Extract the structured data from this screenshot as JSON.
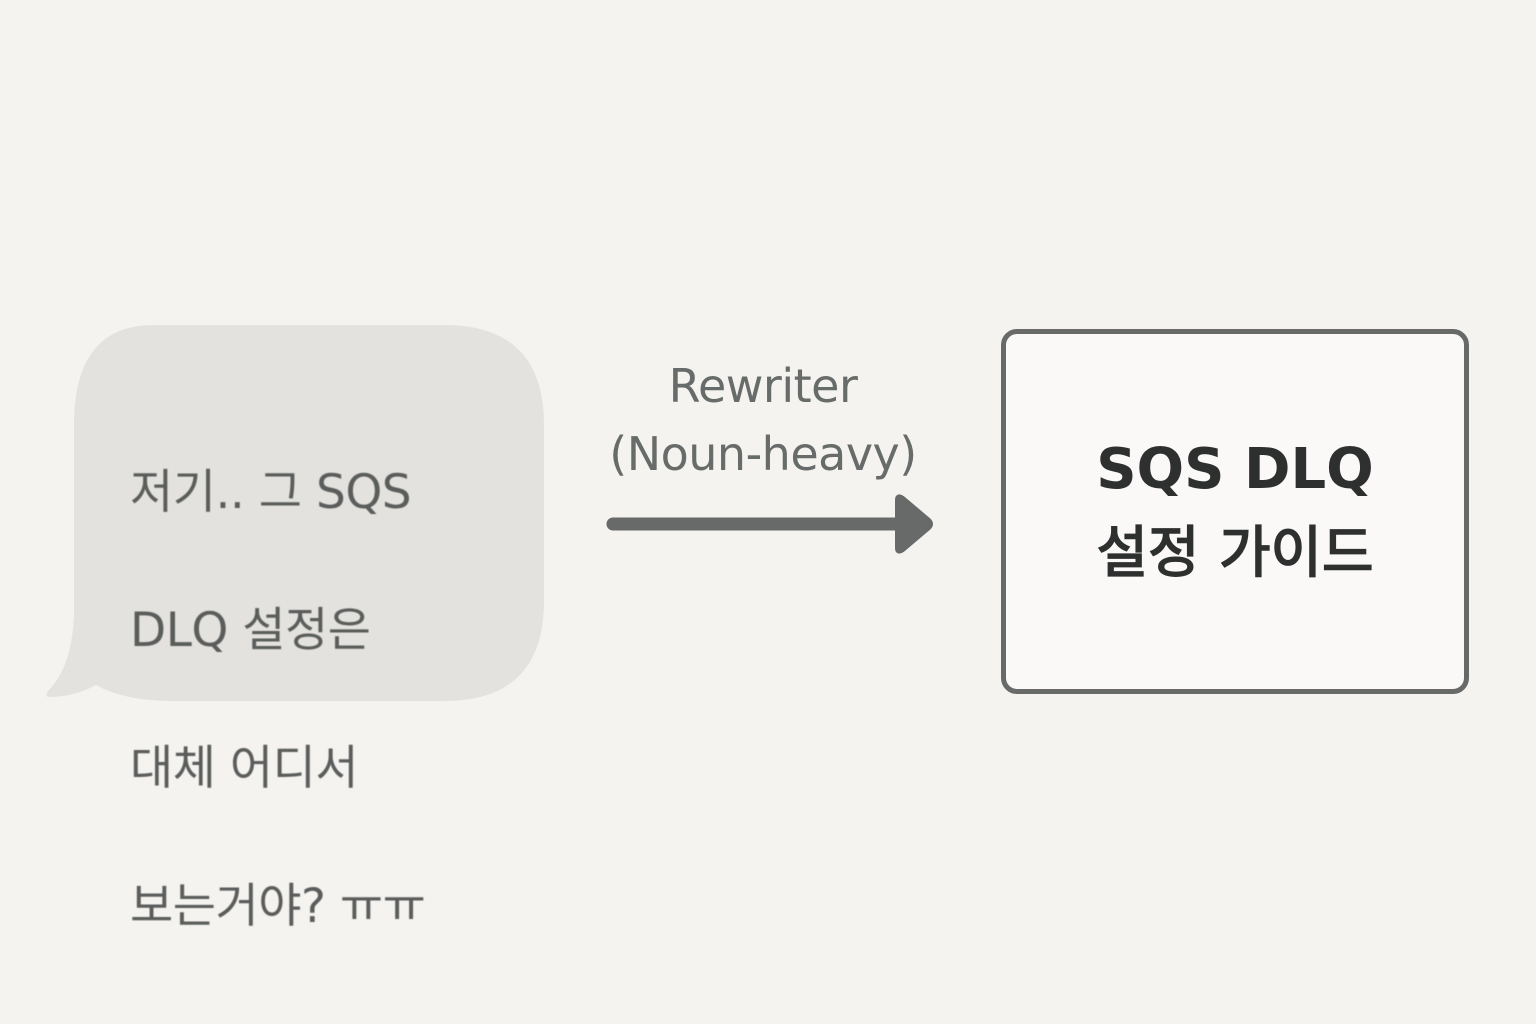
{
  "source_message": {
    "lines": [
      "저기.. 그 SQS",
      "DLQ 설정은",
      "대체 어디서",
      "보는거야? ㅠㅠ"
    ],
    "bubble_color": "#e4e2df",
    "text_color": "#5a5d5b"
  },
  "transform": {
    "title": "Rewriter",
    "subtitle": "(Noun-heavy)",
    "arrow_color": "#676a68"
  },
  "result": {
    "lines": [
      "SQS DLQ",
      "설정 가이드"
    ],
    "border_color": "#676a68",
    "text_color": "#2e302f"
  },
  "colors": {
    "background": "#f5f3f0"
  }
}
